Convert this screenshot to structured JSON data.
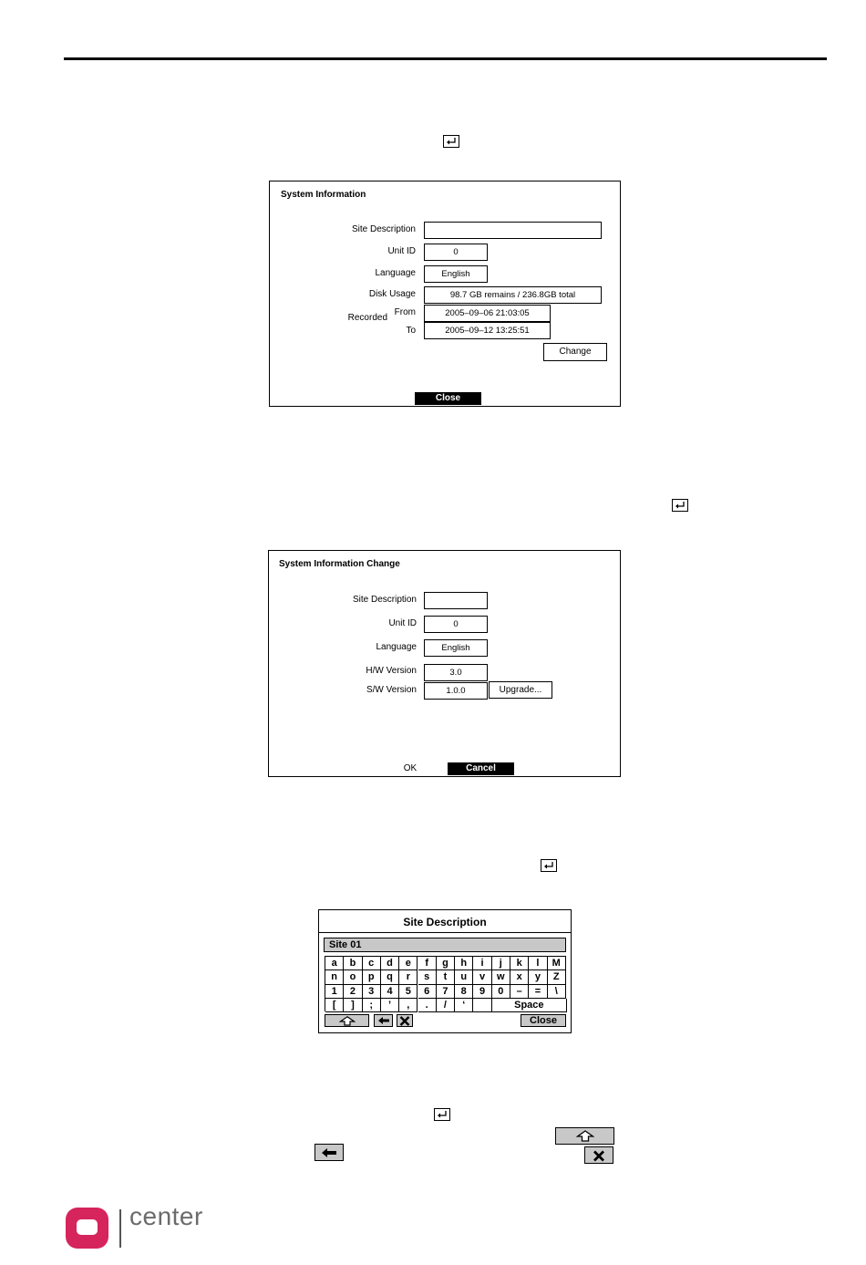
{
  "dialog1": {
    "title": "System Information",
    "site_description_label": "Site Description",
    "site_description_value": "",
    "unit_id_label": "Unit ID",
    "unit_id_value": "0",
    "language_label": "Language",
    "language_value": "English",
    "disk_usage_label": "Disk Usage",
    "disk_usage_value": "98.7 GB remains / 236.8GB total",
    "recorded_label": "Recorded",
    "from_label": "From",
    "from_value": "2005–09–06 21:03:05",
    "to_label": "To",
    "to_value": "2005–09–12 13:25:51",
    "change_label": "Change",
    "close_label": "Close"
  },
  "dialog2": {
    "title": "System Information Change",
    "site_description_label": "Site Description",
    "site_description_value": "",
    "unit_id_label": "Unit ID",
    "unit_id_value": "0",
    "language_label": "Language",
    "language_value": "English",
    "hw_version_label": "H/W Version",
    "hw_version_value": "3.0",
    "sw_version_label": "S/W Version",
    "sw_version_value": "1.0.0",
    "upgrade_label": "Upgrade...",
    "ok_label": "OK",
    "cancel_label": "Cancel"
  },
  "keyboard": {
    "title": "Site Description",
    "input_value": "Site 01",
    "rows": [
      [
        "a",
        "b",
        "c",
        "d",
        "e",
        "f",
        "g",
        "h",
        "i",
        "j",
        "k",
        "l",
        "M"
      ],
      [
        "n",
        "o",
        "p",
        "q",
        "r",
        "s",
        "t",
        "u",
        "v",
        "w",
        "x",
        "y",
        "Z"
      ],
      [
        "1",
        "2",
        "3",
        "4",
        "5",
        "6",
        "7",
        "8",
        "9",
        "0",
        "–",
        "=",
        "\\"
      ],
      [
        "[",
        "]",
        ";",
        "’",
        ",",
        ".",
        "/",
        "‘",
        "",
        "Space"
      ]
    ],
    "close_label": "Close"
  },
  "icons": {
    "enter": "enter-icon",
    "shift": "shift-icon",
    "backspace": "backspace-icon",
    "clear": "clear-icon"
  },
  "logo": {
    "text": "center",
    "color": "#d6245c"
  }
}
